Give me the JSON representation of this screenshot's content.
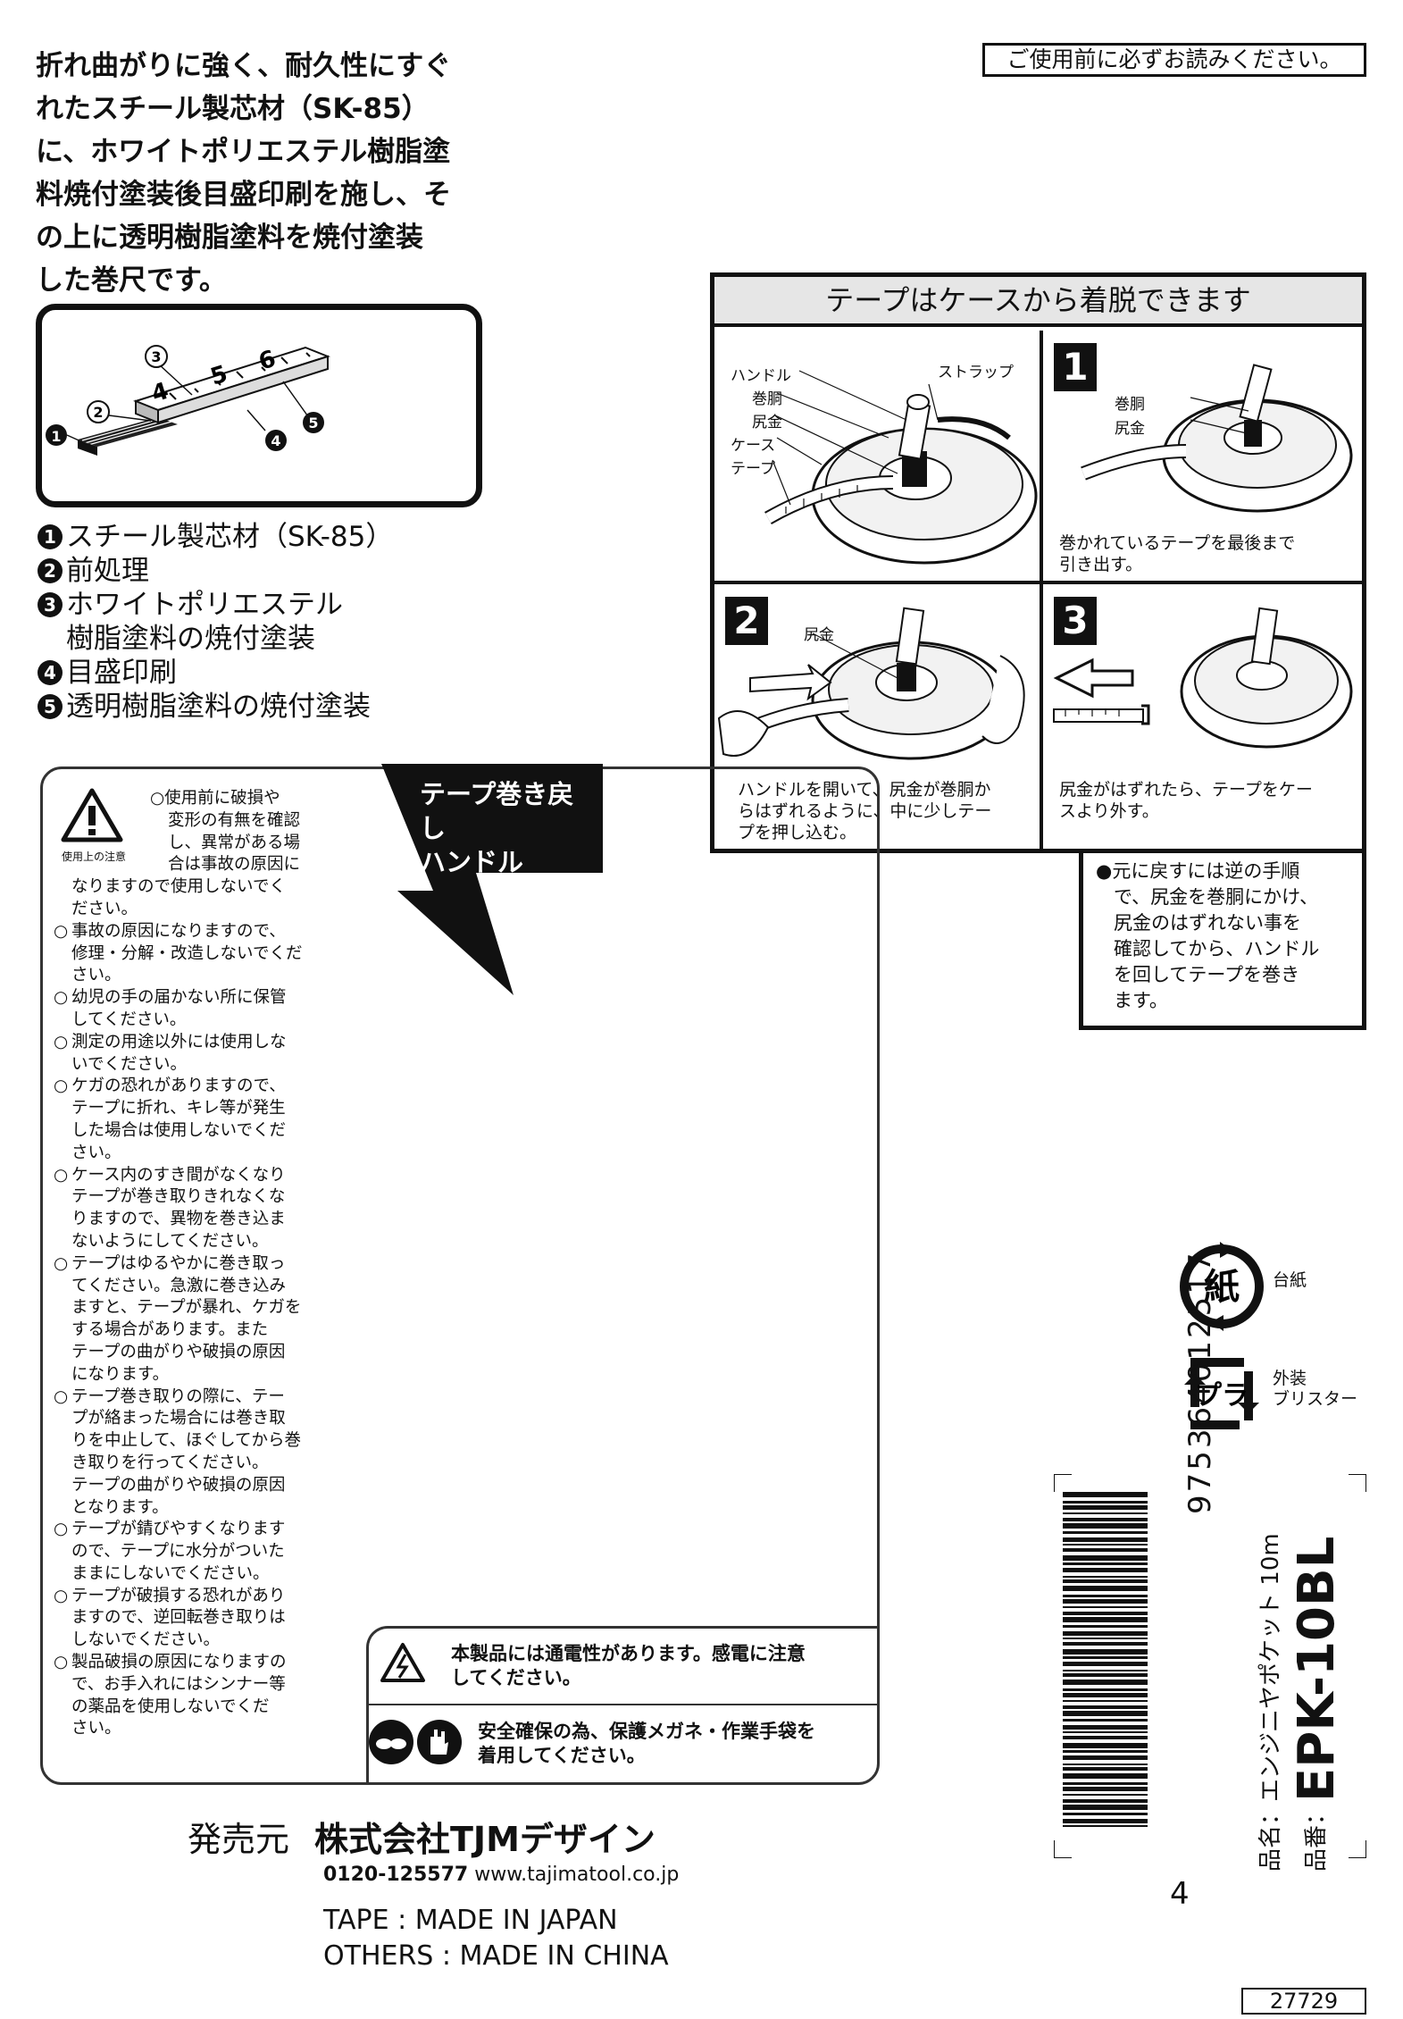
{
  "intro": {
    "lines": [
      "折れ曲がりに強く、耐久性にすぐ",
      "れたスチール製芯材（SK-85）",
      "に、ホワイトポリエステル樹脂塗",
      "料焼付塗装後目盛印刷を施し、そ",
      "の上に透明樹脂塗料を焼付塗装",
      "した巻尺です。"
    ]
  },
  "diagram": {
    "n1": "1",
    "n2": "2",
    "n3": "3",
    "n4": "4",
    "n5": "5",
    "t4": "4",
    "t5": "5",
    "t6": "6"
  },
  "layers": [
    {
      "num": "1",
      "text": "スチール製芯材（SK-85）"
    },
    {
      "num": "2",
      "text": "前処理"
    },
    {
      "num": "3",
      "text": "ホワイトポリエステル"
    },
    {
      "num": "",
      "text": "樹脂塗料の焼付塗装"
    },
    {
      "num": "4",
      "text": "目盛印刷"
    },
    {
      "num": "5",
      "text": "透明樹脂塗料の焼付塗装"
    }
  ],
  "read_notice": "ご使用前に必ずお読みください。",
  "panel": {
    "title": "テープはケースから着脱できます",
    "overview_labels": {
      "handle": "ハンドル",
      "drum": "巻胴",
      "tail": "尻金",
      "case": "ケース",
      "tape": "テープ",
      "strap": "ストラップ"
    },
    "steps": [
      {
        "num": "1",
        "labels": [
          "巻胴",
          "尻金"
        ],
        "caption": [
          "巻かれているテープを最後まで",
          "引き出す。"
        ]
      },
      {
        "num": "2",
        "labels": [
          "尻金"
        ],
        "caption": [
          "ハンドルを開いて、尻金が巻胴か",
          "らはずれるように、中に少しテー",
          "プを押し込む。"
        ]
      },
      {
        "num": "3",
        "labels": [],
        "caption": [
          "尻金がはずれたら、テープをケー",
          "スより外す。"
        ]
      }
    ],
    "return_note": [
      "●元に戻すには逆の手順",
      "で、尻金を巻胴にかけ、",
      "尻金のはずれない事を",
      "確認してから、ハンドル",
      "を回してテープを巻き",
      "ます。"
    ]
  },
  "caution": {
    "icon_label": "使用上の注意",
    "lines_first": [
      "○使用前に破損や",
      "変形の有無を確認",
      "し、異常がある場",
      "合は事故の原因に",
      "なりますので使用しないでく",
      "ださい。"
    ],
    "items": [
      [
        "事故の原因になりますので、",
        "修理・分解・改造しないでくだ",
        "さい。"
      ],
      [
        "幼児の手の届かない所に保管",
        "してください。"
      ],
      [
        "測定の用途以外には使用しな",
        "いでください。"
      ],
      [
        "ケガの恐れがありますので、",
        "テープに折れ、キレ等が発生",
        "した場合は使用しないでくだ",
        "さい。"
      ],
      [
        "ケース内のすき間がなくなり",
        "テープが巻き取りきれなくな",
        "りますので、異物を巻き込ま",
        "ないようにしてください。"
      ],
      [
        "テープはゆるやかに巻き取っ",
        "てください。急激に巻き込み",
        "ますと、テープが暴れ、ケガを",
        "する場合があります。また",
        "テープの曲がりや破損の原因",
        "になります。"
      ],
      [
        "テープ巻き取りの際に、テー",
        "プが絡まった場合には巻き取",
        "りを中止して、ほぐしてから巻",
        "き取りを行ってください。",
        "テープの曲がりや破損の原因",
        "となります。"
      ],
      [
        "テープが錆びやすくなります",
        "ので、テープに水分がついた",
        "ままにしないでください。"
      ],
      [
        "テープが破損する恐れがあり",
        "ますので、逆回転巻き取りは",
        "しないでください。"
      ],
      [
        "製品破損の原因になりますの",
        "で、お手入れにはシンナー等",
        "の薬品を使用しないでくだ",
        "さい。"
      ]
    ],
    "bullet": "○",
    "electric": [
      "本製品には通電性があります。感電に注意",
      "してください。"
    ],
    "safety": [
      "安全確保の為、保護メガネ・作業手袋を",
      "着用してください。"
    ]
  },
  "rewind_label": [
    "テープ巻き戻し",
    "ハンドル"
  ],
  "publisher": {
    "label": "発売元",
    "name": "株式会社TJMデザイン",
    "tel": "0120-125577",
    "url": "www.tajimatool.co.jp"
  },
  "origin": [
    "TAPE : MADE IN JAPAN",
    "OTHERS : MADE IN CHINA"
  ],
  "recycle": {
    "paper_mark": "紙",
    "paper_label": "台紙",
    "plastic_mark": "プラ",
    "plastic_label_1": "外装",
    "plastic_label_2": "ブリスター"
  },
  "barcode": {
    "first": "4",
    "rest": "975364012517"
  },
  "product": {
    "name_label": "品名",
    "name": "エンジニヤポケット 10m",
    "code_label": "品番",
    "code": "EPK-10BL",
    "sep": "："
  },
  "box_code": "27729"
}
